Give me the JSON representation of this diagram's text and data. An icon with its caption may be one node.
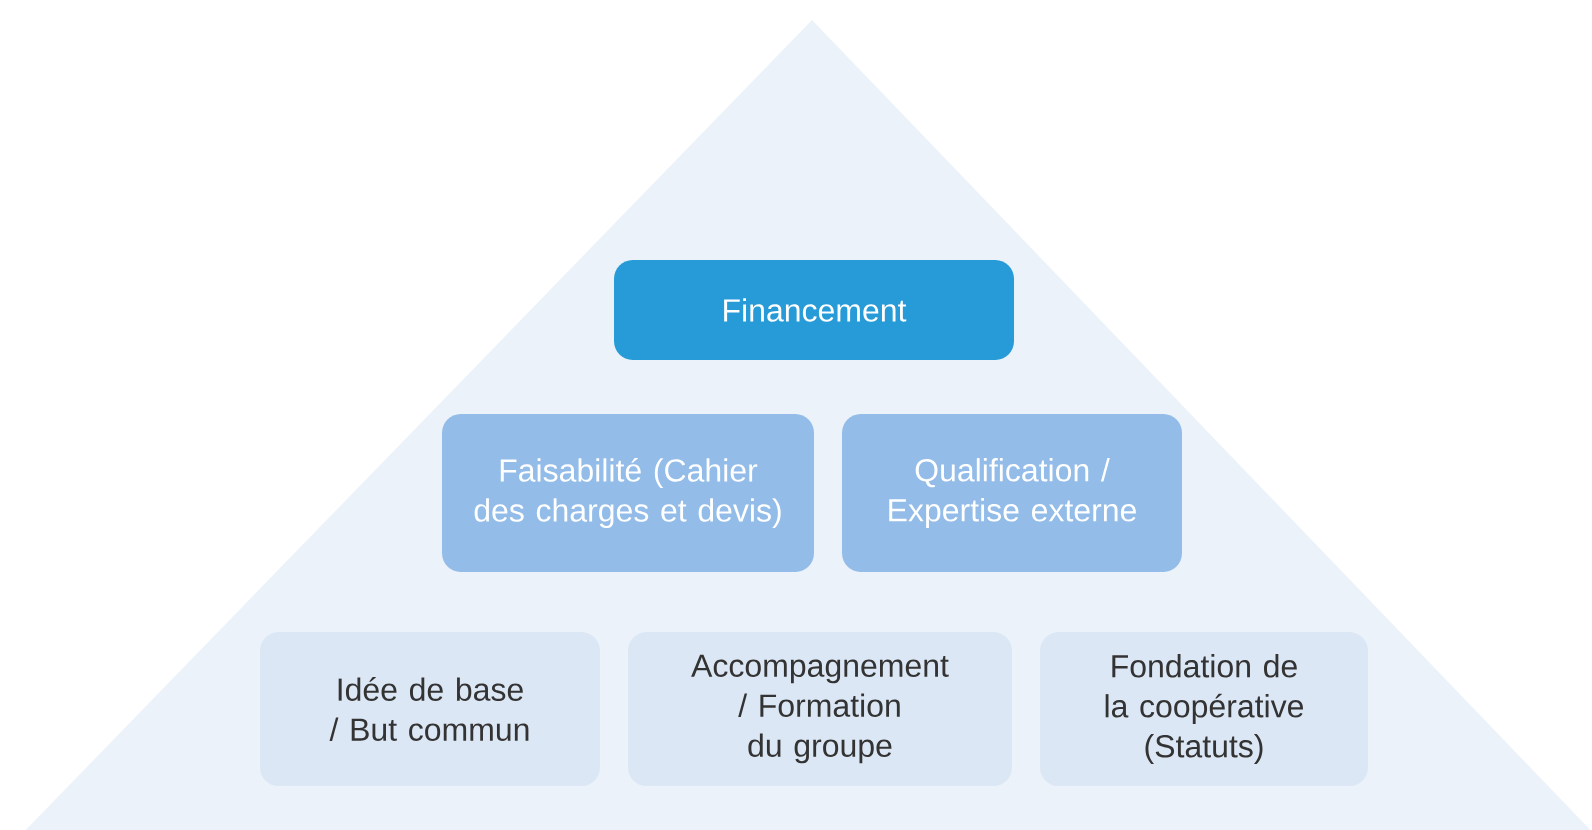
{
  "diagram": {
    "nodes": [
      {
        "text": [
          "Financement"
        ]
      },
      {
        "text": [
          "Faisabilité (Cahier des charges et devis)"
        ]
      },
      {
        "text": [
          "Qualification / Expertise externe"
        ]
      },
      {
        "text": [
          "Idée de base / But commun"
        ]
      },
      {
        "text": [
          "Accompagnement / Formation du groupe"
        ]
      },
      {
        "text": [
          "Fondation de la coopérative (Statuts)"
        ]
      }
    ]
  }
}
